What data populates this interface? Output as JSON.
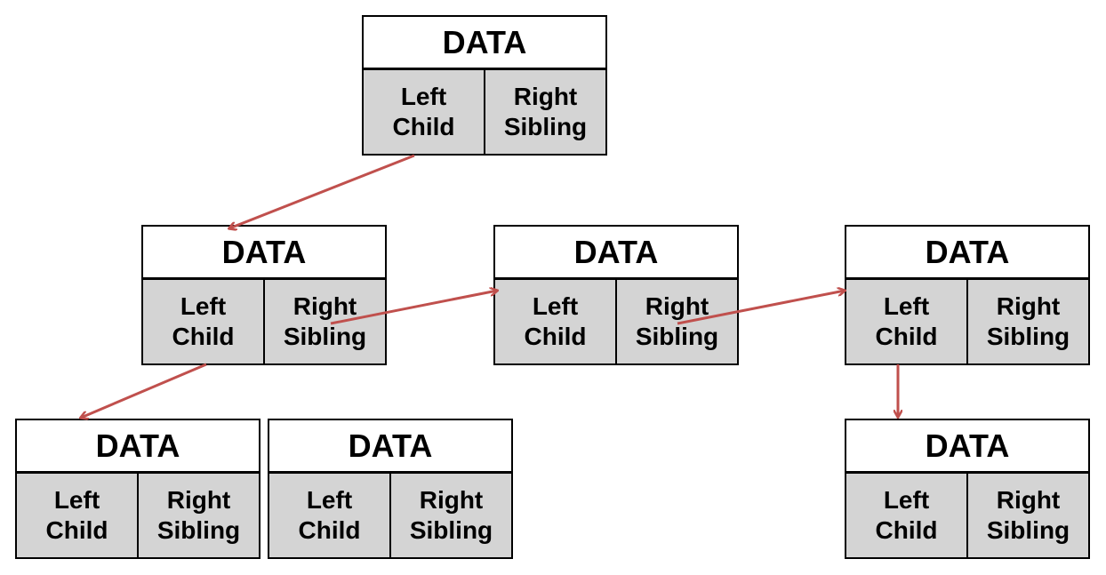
{
  "arrow_color": "#c0504d",
  "node_fill_color": "#d4d4d4",
  "nodes": [
    {
      "id": "root",
      "data_label": "DATA",
      "left_label": "Left\nChild",
      "right_label": "Right\nSibling"
    },
    {
      "id": "level1-a",
      "data_label": "DATA",
      "left_label": "Left\nChild",
      "right_label": "Right\nSibling"
    },
    {
      "id": "level1-b",
      "data_label": "DATA",
      "left_label": "Left\nChild",
      "right_label": "Right\nSibling"
    },
    {
      "id": "level1-c",
      "data_label": "DATA",
      "left_label": "Left\nChild",
      "right_label": "Right\nSibling"
    },
    {
      "id": "level2-a",
      "data_label": "DATA",
      "left_label": "Left\nChild",
      "right_label": "Right\nSibling"
    },
    {
      "id": "level2-b",
      "data_label": "DATA",
      "left_label": "Left\nChild",
      "right_label": "Right\nSibling"
    },
    {
      "id": "level2-c",
      "data_label": "DATA",
      "left_label": "Left\nChild",
      "right_label": "Right\nSibling"
    }
  ],
  "edges": [
    {
      "from": "root",
      "field": "left",
      "to": "level1-a"
    },
    {
      "from": "level1-a",
      "field": "right",
      "to": "level1-b"
    },
    {
      "from": "level1-b",
      "field": "right",
      "to": "level1-c"
    },
    {
      "from": "level1-a",
      "field": "left",
      "to": "level2-a"
    },
    {
      "from": "level1-c",
      "field": "left",
      "to": "level2-c"
    }
  ]
}
